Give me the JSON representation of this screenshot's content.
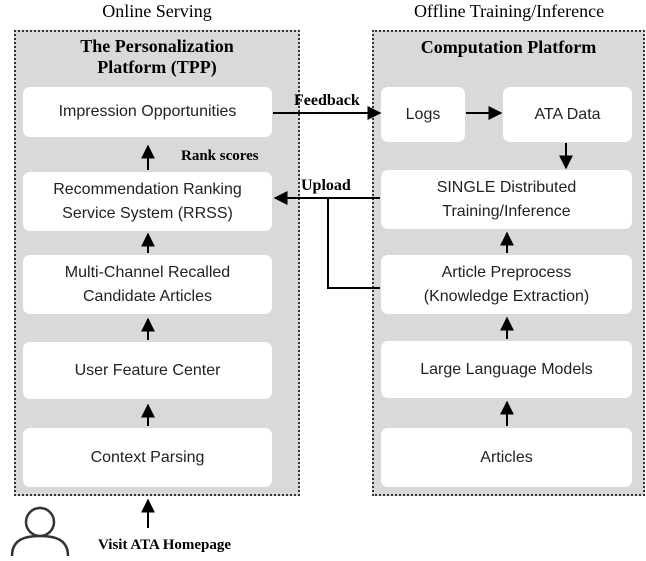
{
  "headers": {
    "online": "Online Serving",
    "offline": "Offline Training/Inference"
  },
  "left_panel": {
    "title_line1": "The Personalization",
    "title_line2": "Platform (TPP)",
    "boxes": {
      "impression": "Impression Opportunities",
      "rrss_line1": "Recommendation Ranking",
      "rrss_line2": "Service System (RRSS)",
      "recall_line1": "Multi-Channel Recalled",
      "recall_line2": "Candidate Articles",
      "user_feature": "User Feature Center",
      "context": "Context Parsing"
    }
  },
  "right_panel": {
    "title": "Computation Platform",
    "boxes": {
      "logs": "Logs",
      "ata_data": "ATA Data",
      "single_line1": "SINGLE Distributed",
      "single_line2": "Training/Inference",
      "preprocess_line1": "Article Preprocess",
      "preprocess_line2": "(Knowledge Extraction)",
      "llm": "Large Language Models",
      "articles": "Articles"
    }
  },
  "edge_labels": {
    "feedback": "Feedback",
    "rank_scores": "Rank scores",
    "upload": "Upload"
  },
  "bottom": {
    "visit_label": "Visit ATA Homepage",
    "user_icon": "user-icon"
  }
}
